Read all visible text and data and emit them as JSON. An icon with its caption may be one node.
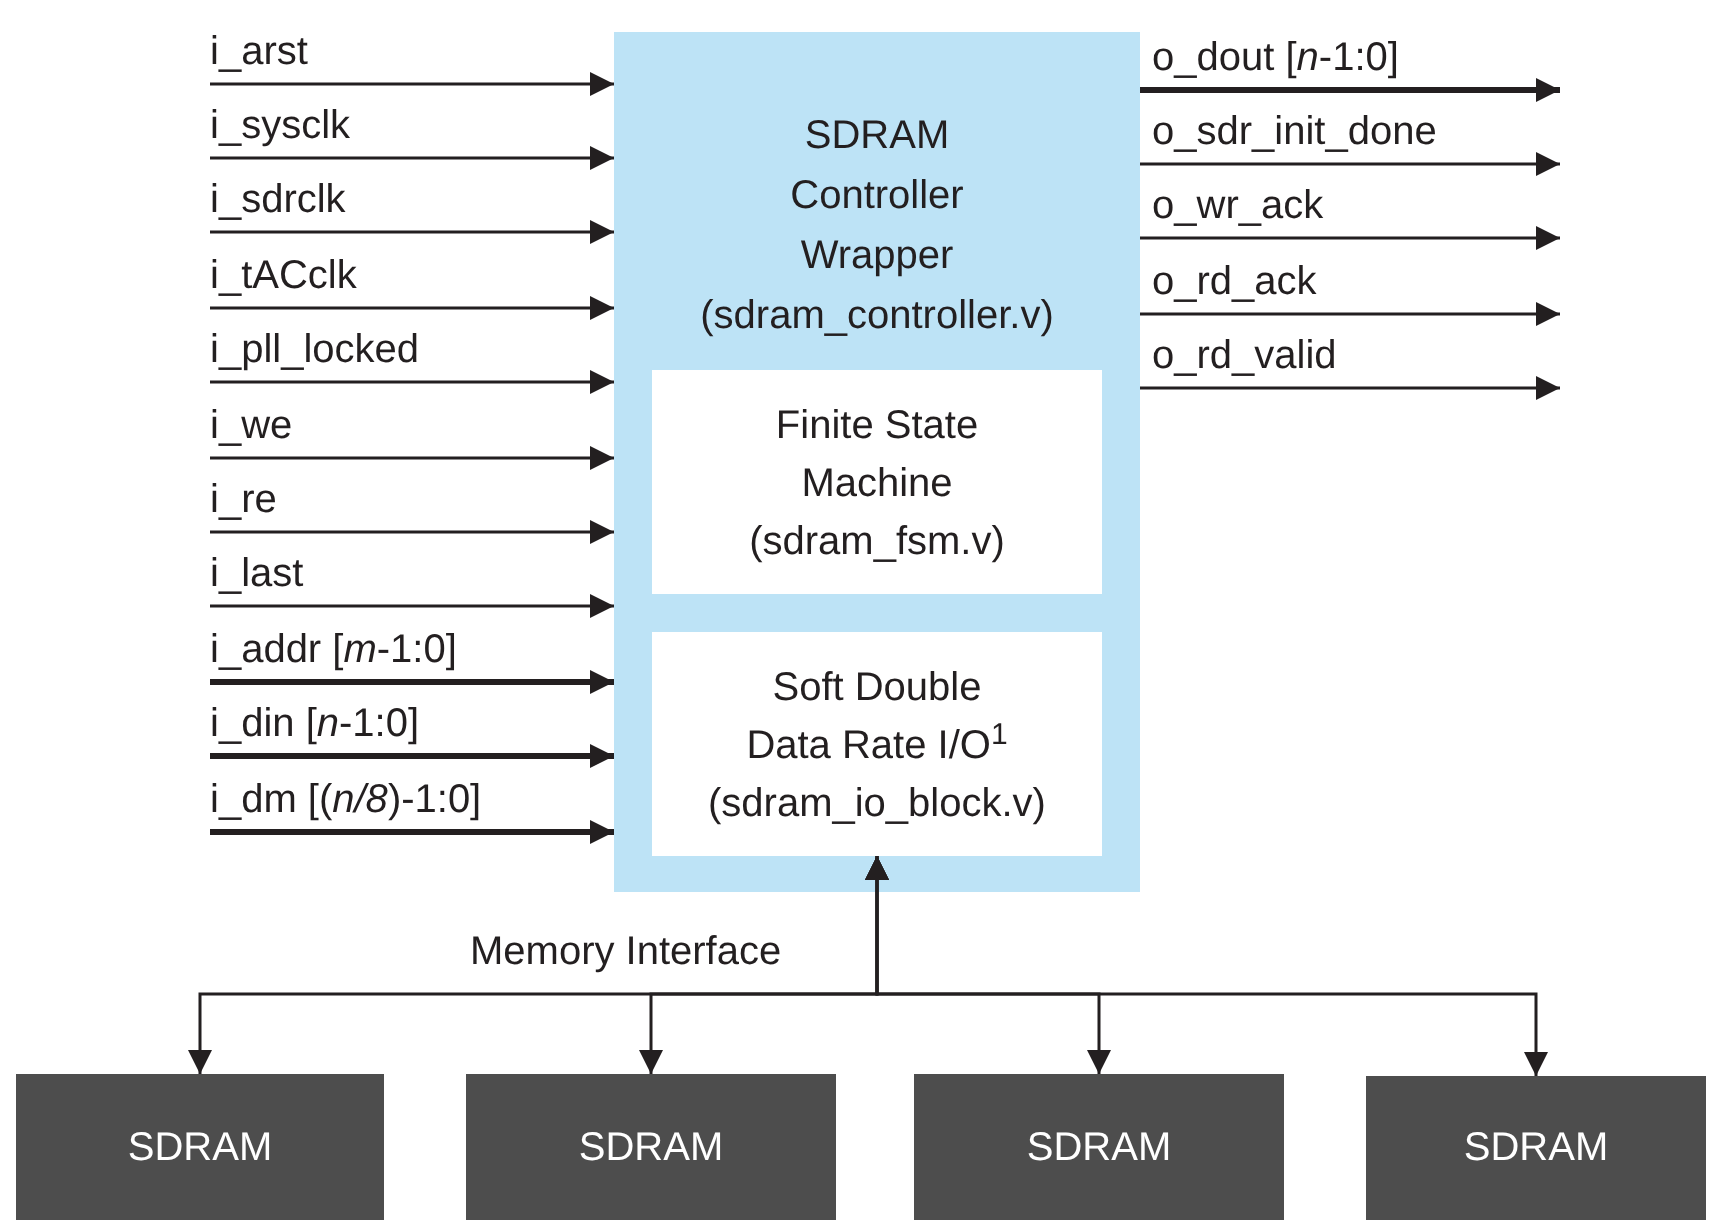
{
  "diagram": {
    "nodes": [
      {
        "text": [
          "SDRAM Controller Wrapper",
          "(sdram_controller.v)"
        ]
      },
      {
        "text": [
          "Finite State Machine",
          "(sdram_fsm.v)"
        ],
        "in": 0
      },
      {
        "text": [
          "Soft Double Data Rate I/O$^{1}$",
          "(sdram_io_block.v)"
        ],
        "in": 0
      },
      {
        "text": [
          "SDRAM"
        ]
      },
      {
        "text": [
          "SDRAM"
        ]
      },
      {
        "text": [
          "SDRAM"
        ]
      },
      {
        "text": [
          "SDRAM"
        ]
      }
    ],
    "edges": [
      {
        "from": null,
        "to": 0,
        "arrow": "to",
        "label": "i_arst"
      },
      {
        "from": null,
        "to": 0,
        "arrow": "to",
        "label": "i_sysclk"
      },
      {
        "from": null,
        "to": 0,
        "arrow": "to",
        "label": "i_sdrclk"
      },
      {
        "from": null,
        "to": 0,
        "arrow": "to",
        "label": "i_tACclk"
      },
      {
        "from": null,
        "to": 0,
        "arrow": "to",
        "label": "i_pll_locked"
      },
      {
        "from": null,
        "to": 0,
        "arrow": "to",
        "label": "i_we"
      },
      {
        "from": null,
        "to": 0,
        "arrow": "to",
        "label": "i_re"
      },
      {
        "from": null,
        "to": 0,
        "arrow": "to",
        "label": "i_last"
      },
      {
        "from": null,
        "to": 0,
        "arrow": "to",
        "label": "i_addr [*m*-1:0]",
        "style": "thick"
      },
      {
        "from": null,
        "to": 0,
        "arrow": "to",
        "label": "i_din [*n*-1:0]",
        "style": "thick"
      },
      {
        "from": null,
        "to": 0,
        "arrow": "to",
        "label": "i_dm [(*n/8*)-1:0]",
        "style": "thick"
      },
      {
        "from": 0,
        "to": null,
        "arrow": "to",
        "label": "o_dout [*n*-1:0]",
        "style": "thick"
      },
      {
        "from": 0,
        "to": null,
        "arrow": "to",
        "label": "o_sdr_init_done"
      },
      {
        "from": 0,
        "to": null,
        "arrow": "to",
        "label": "o_wr_ack"
      },
      {
        "from": 0,
        "to": null,
        "arrow": "to",
        "label": "o_rd_ack"
      },
      {
        "from": 0,
        "to": null,
        "arrow": "to",
        "label": "o_rd_valid"
      },
      {
        "from": 3,
        "to": 2,
        "arrow": "both"
      },
      {
        "from": 4,
        "to": 2,
        "arrow": "both"
      },
      {
        "from": 5,
        "to": 2,
        "arrow": "both"
      },
      {
        "from": 6,
        "to": 2,
        "arrow": "both"
      }
    ],
    "labels": [
      "Memory Interface"
    ]
  }
}
